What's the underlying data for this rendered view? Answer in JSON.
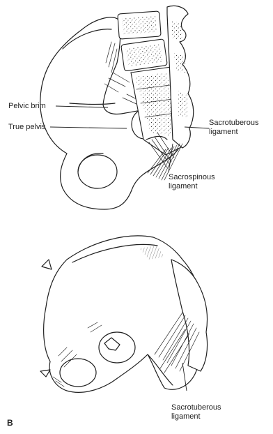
{
  "diagram": {
    "upper": {
      "labels": {
        "pelvic_brim": "Pelvic brim",
        "true_pelvis": "True pelvis",
        "sacrotuberous": [
          "Sacrotuberous",
          "ligament"
        ],
        "sacrospinous": [
          "Sacrospinous",
          "ligament"
        ]
      }
    },
    "lower": {
      "panel_letter": "B",
      "labels": {
        "sacrotuberous": [
          "Sacrotuberous",
          "ligament"
        ]
      }
    }
  }
}
